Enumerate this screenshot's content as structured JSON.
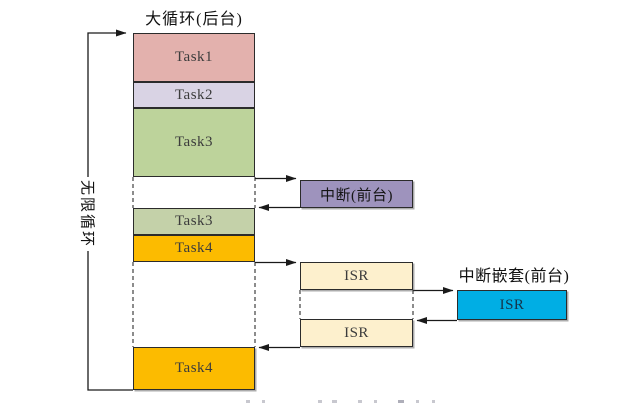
{
  "diagram": {
    "title": "大循环(后台)",
    "loop_label": "无限循环",
    "background_column": {
      "blocks": [
        {
          "id": "task1",
          "label": "Task1",
          "color": "#e3b1ad"
        },
        {
          "id": "task2",
          "label": "Task2",
          "color": "#d9d3e4"
        },
        {
          "id": "task3",
          "label": "Task3",
          "color": "#bdd39b"
        },
        {
          "id": "task3-resume",
          "label": "Task3",
          "color": "#c4d1a9"
        },
        {
          "id": "task4",
          "label": "Task4",
          "color": "#fcbb00"
        },
        {
          "id": "task4-resume",
          "label": "Task4",
          "color": "#fcbb00"
        }
      ]
    },
    "foreground": {
      "interrupt_label": "中断(前台)",
      "interrupt_color": "#9e93bd",
      "isr1_label": "ISR",
      "isr2_label": "ISR",
      "isr_color": "#fdf0cd",
      "nested_title": "中断嵌套(前台)",
      "nested_isr_label": "ISR",
      "nested_isr_color": "#00aee4"
    },
    "line_color": "#1a1a1a"
  }
}
